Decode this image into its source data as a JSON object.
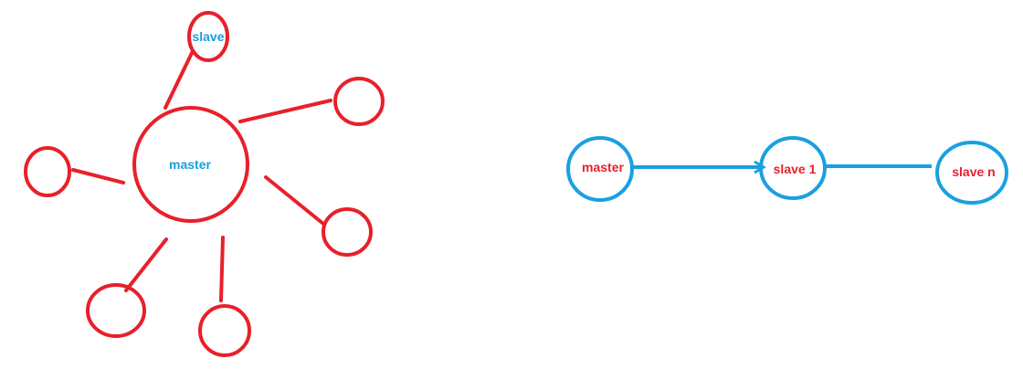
{
  "star_topology": {
    "master_label": "master",
    "slave_label": "slave",
    "unlabeled_slave_count": 5
  },
  "chain_topology": {
    "master_label": "master",
    "slave1_label": "slave 1",
    "slaven_label": "slave n"
  },
  "colors": {
    "red": "#e8202a",
    "blue": "#1aa0e0"
  }
}
